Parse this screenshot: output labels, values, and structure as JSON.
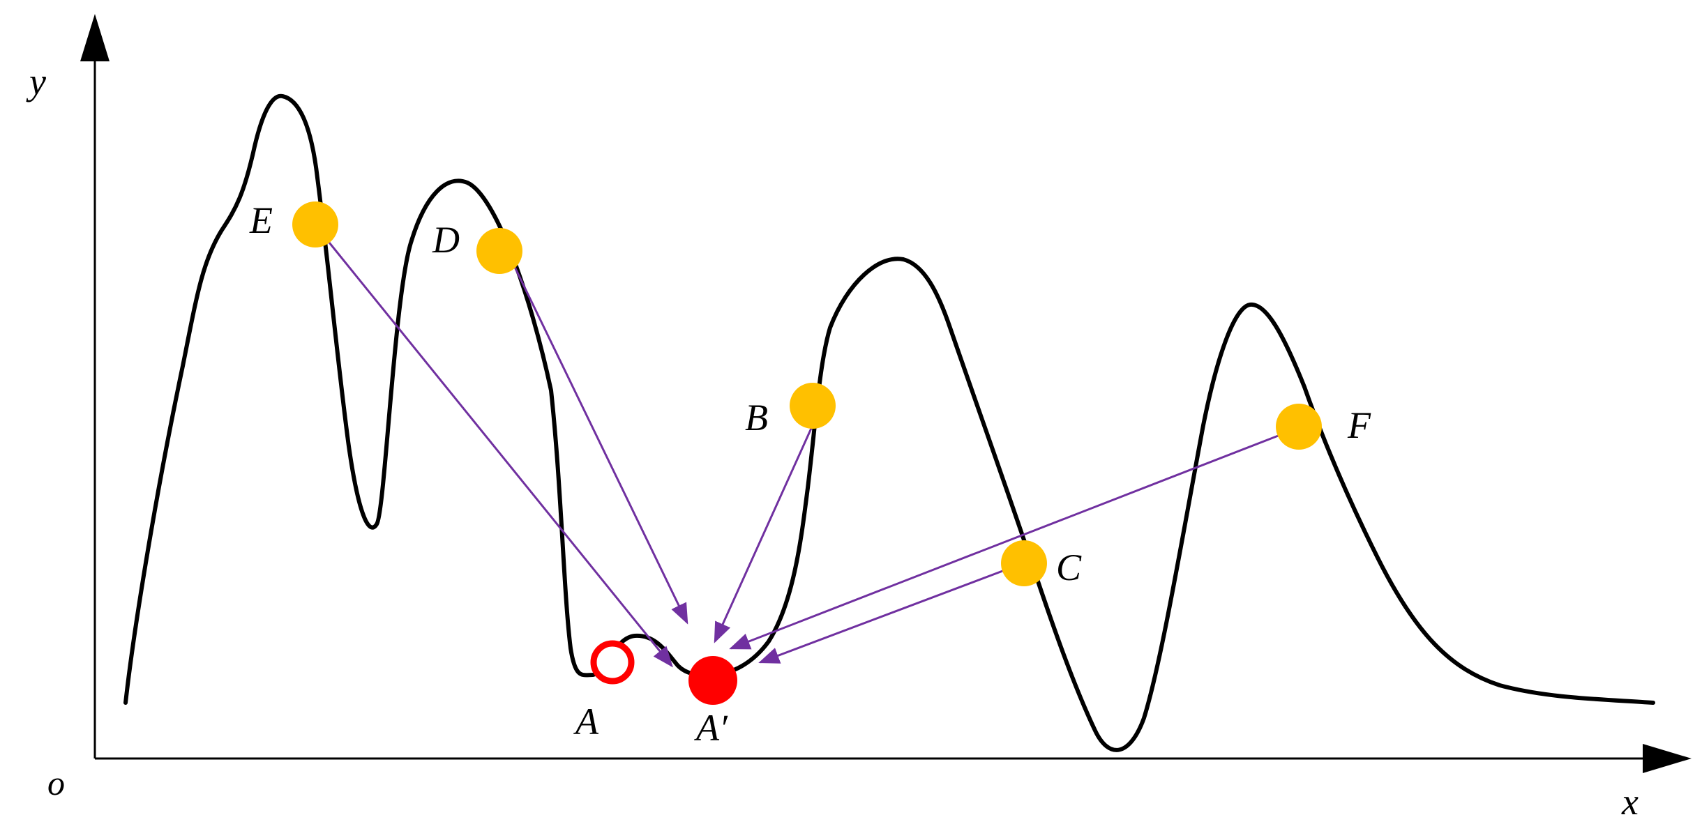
{
  "axes": {
    "x_label": "x",
    "y_label": "y",
    "origin_label": "o"
  },
  "points": {
    "A": {
      "label": "A",
      "style": "hollow-red"
    },
    "A2": {
      "label": "A′",
      "style": "filled-red"
    },
    "B": {
      "label": "B",
      "style": "orange"
    },
    "C": {
      "label": "C",
      "style": "orange"
    },
    "D": {
      "label": "D",
      "style": "orange"
    },
    "E": {
      "label": "E",
      "style": "orange"
    },
    "F": {
      "label": "F",
      "style": "orange"
    }
  },
  "arrows": [
    {
      "from": "E",
      "to": "A2"
    },
    {
      "from": "D",
      "to": "A2"
    },
    {
      "from": "B",
      "to": "A2"
    },
    {
      "from": "F",
      "to": "A2"
    },
    {
      "from": "C",
      "to": "A2"
    }
  ],
  "colors": {
    "curve": "#000000",
    "axis": "#000000",
    "point_orange": "#FFC000",
    "point_red": "#FF0000",
    "arrow": "#7030A0"
  }
}
